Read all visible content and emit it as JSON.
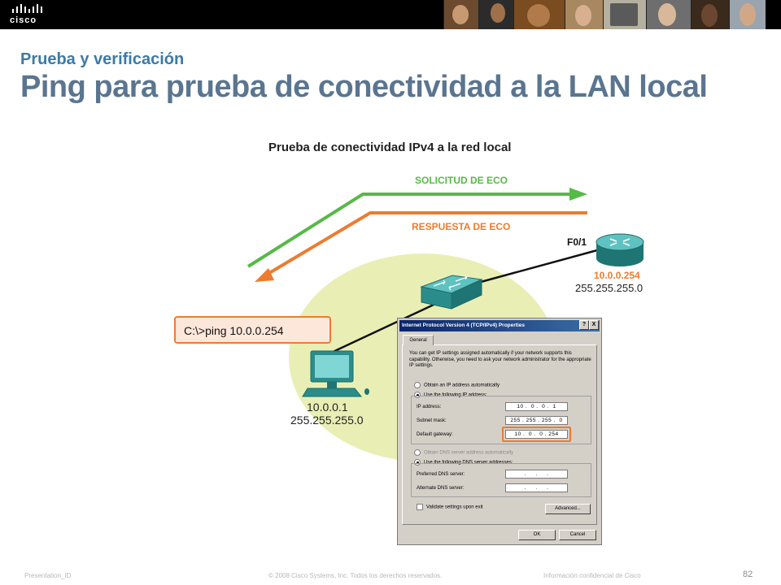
{
  "header": {
    "logo_text": "cisco",
    "subtitle": "Prueba y verificación",
    "title": "Ping para prueba de conectividad a la LAN local"
  },
  "diagram": {
    "title": "Prueba de conectividad IPv4 a la red local",
    "request_label": "SOLICITUD DE ECO",
    "reply_label": "RESPUESTA DE ECO",
    "router_interface": "F0/1",
    "router_ip": "10.0.0.254",
    "router_mask": "255.255.255.0",
    "pc_ip": "10.0.0.1",
    "pc_mask": "255.255.255.0",
    "command": "C:\\>ping 10.0.0.254",
    "colors": {
      "request": "#57b947",
      "reply": "#ec7c30",
      "lan_area": "#e9efb4",
      "device": "#3aa6a4"
    }
  },
  "dialog": {
    "title": "Internet Protocol Version 4 (TCP/IPv4) Properties",
    "help_btn": "?",
    "close_btn": "X",
    "tab": "General",
    "description": "You can get IP settings assigned automatically if your network supports this capability. Otherwise, you need to ask your network administrator for the appropriate IP settings.",
    "radio_auto_ip": "Obtain an IP address automatically",
    "radio_static_ip": "Use the following IP address:",
    "ip_label": "IP address:",
    "ip_value": "10 .  0 .  0 .  1",
    "mask_label": "Subnet mask:",
    "mask_value": "255 . 255 . 255 .  0",
    "gateway_label": "Default gateway:",
    "gateway_value": "10 .  0 .  0 . 254",
    "radio_auto_dns": "Obtain DNS server address automatically",
    "radio_static_dns": "Use the following DNS server addresses:",
    "preferred_dns_label": "Preferred DNS server:",
    "preferred_dns_value": "   .     .     .   ",
    "alternate_dns_label": "Alternate DNS server:",
    "alternate_dns_value": "   .     .     .   ",
    "validate_label": "Validate settings upon exit",
    "advanced_btn": "Advanced...",
    "ok_btn": "OK",
    "cancel_btn": "Cancel"
  },
  "footer": {
    "presentation_id": "Presentation_ID",
    "copyright": "© 2008 Cisco Systems, Inc. Todos los derechos reservados.",
    "confidential": "Información confidencial de Cisco",
    "page_number": "82"
  }
}
